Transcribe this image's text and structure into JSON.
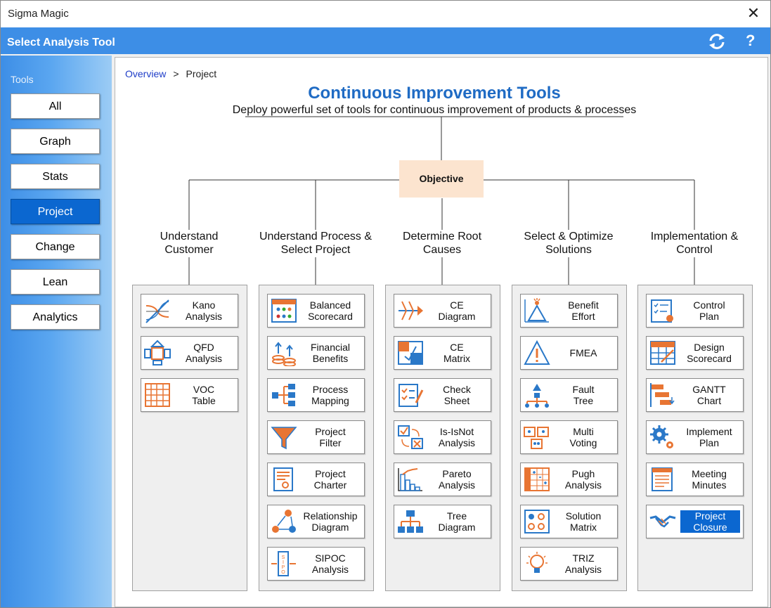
{
  "window": {
    "title": "Sigma Magic"
  },
  "header": {
    "title": "Select Analysis Tool"
  },
  "sidebar": {
    "label": "Tools",
    "items": [
      "All",
      "Graph",
      "Stats",
      "Project",
      "Change",
      "Lean",
      "Analytics"
    ],
    "active": "Project"
  },
  "breadcrumb": {
    "link": "Overview",
    "sep": ">",
    "current": "Project"
  },
  "page": {
    "title": "Continuous Improvement Tools",
    "subtitle": "Deploy powerful set of tools for continuous improvement of products & processes",
    "objective": "Objective"
  },
  "colors": {
    "accent": "#3d8ee6",
    "active": "#0b67d0",
    "title": "#1f6bc4",
    "objective_bg": "#fce4cf",
    "icon_orange": "#e87533",
    "icon_blue": "#2a78c8"
  },
  "columns": [
    {
      "title": "Understand\nCustomer",
      "tools": [
        {
          "label": "Kano\nAnalysis",
          "icon": "kano-icon"
        },
        {
          "label": "QFD\nAnalysis",
          "icon": "qfd-icon"
        },
        {
          "label": "VOC\nTable",
          "icon": "table-grid-icon"
        }
      ]
    },
    {
      "title": "Understand Process &\nSelect Project",
      "tools": [
        {
          "label": "Balanced\nScorecard",
          "icon": "scorecard-icon"
        },
        {
          "label": "Financial\nBenefits",
          "icon": "coins-icon"
        },
        {
          "label": "Process\nMapping",
          "icon": "process-map-icon"
        },
        {
          "label": "Project\nFilter",
          "icon": "funnel-icon"
        },
        {
          "label": "Project\nCharter",
          "icon": "charter-icon"
        },
        {
          "label": "Relationship\nDiagram",
          "icon": "relationship-icon"
        },
        {
          "label": "SIPOC\nAnalysis",
          "icon": "sipoc-icon"
        }
      ]
    },
    {
      "title": "Determine Root\nCauses",
      "tools": [
        {
          "label": "CE\nDiagram",
          "icon": "fishbone-icon"
        },
        {
          "label": "CE\nMatrix",
          "icon": "matrix-icon"
        },
        {
          "label": "Check\nSheet",
          "icon": "check-sheet-icon"
        },
        {
          "label": "Is-IsNot\nAnalysis",
          "icon": "is-isnot-icon"
        },
        {
          "label": "Pareto\nAnalysis",
          "icon": "pareto-icon"
        },
        {
          "label": "Tree\nDiagram",
          "icon": "tree-icon"
        }
      ]
    },
    {
      "title": "Select & Optimize\nSolutions",
      "tools": [
        {
          "label": "Benefit\nEffort",
          "icon": "benefit-effort-icon"
        },
        {
          "label": "FMEA",
          "icon": "warning-icon"
        },
        {
          "label": "Fault\nTree",
          "icon": "fault-tree-icon"
        },
        {
          "label": "Multi\nVoting",
          "icon": "voting-icon"
        },
        {
          "label": "Pugh\nAnalysis",
          "icon": "pugh-icon"
        },
        {
          "label": "Solution\nMatrix",
          "icon": "solution-matrix-icon"
        },
        {
          "label": "TRIZ\nAnalysis",
          "icon": "lightbulb-icon"
        }
      ]
    },
    {
      "title": "Implementation &\nControl",
      "tools": [
        {
          "label": "Control\nPlan",
          "icon": "control-plan-icon"
        },
        {
          "label": "Design\nScorecard",
          "icon": "design-scorecard-icon"
        },
        {
          "label": "GANTT\nChart",
          "icon": "gantt-icon"
        },
        {
          "label": "Implement\nPlan",
          "icon": "gears-icon"
        },
        {
          "label": "Meeting\nMinutes",
          "icon": "minutes-icon"
        },
        {
          "label": "Project\nClosure",
          "icon": "handshake-icon",
          "selected": true
        }
      ]
    }
  ]
}
